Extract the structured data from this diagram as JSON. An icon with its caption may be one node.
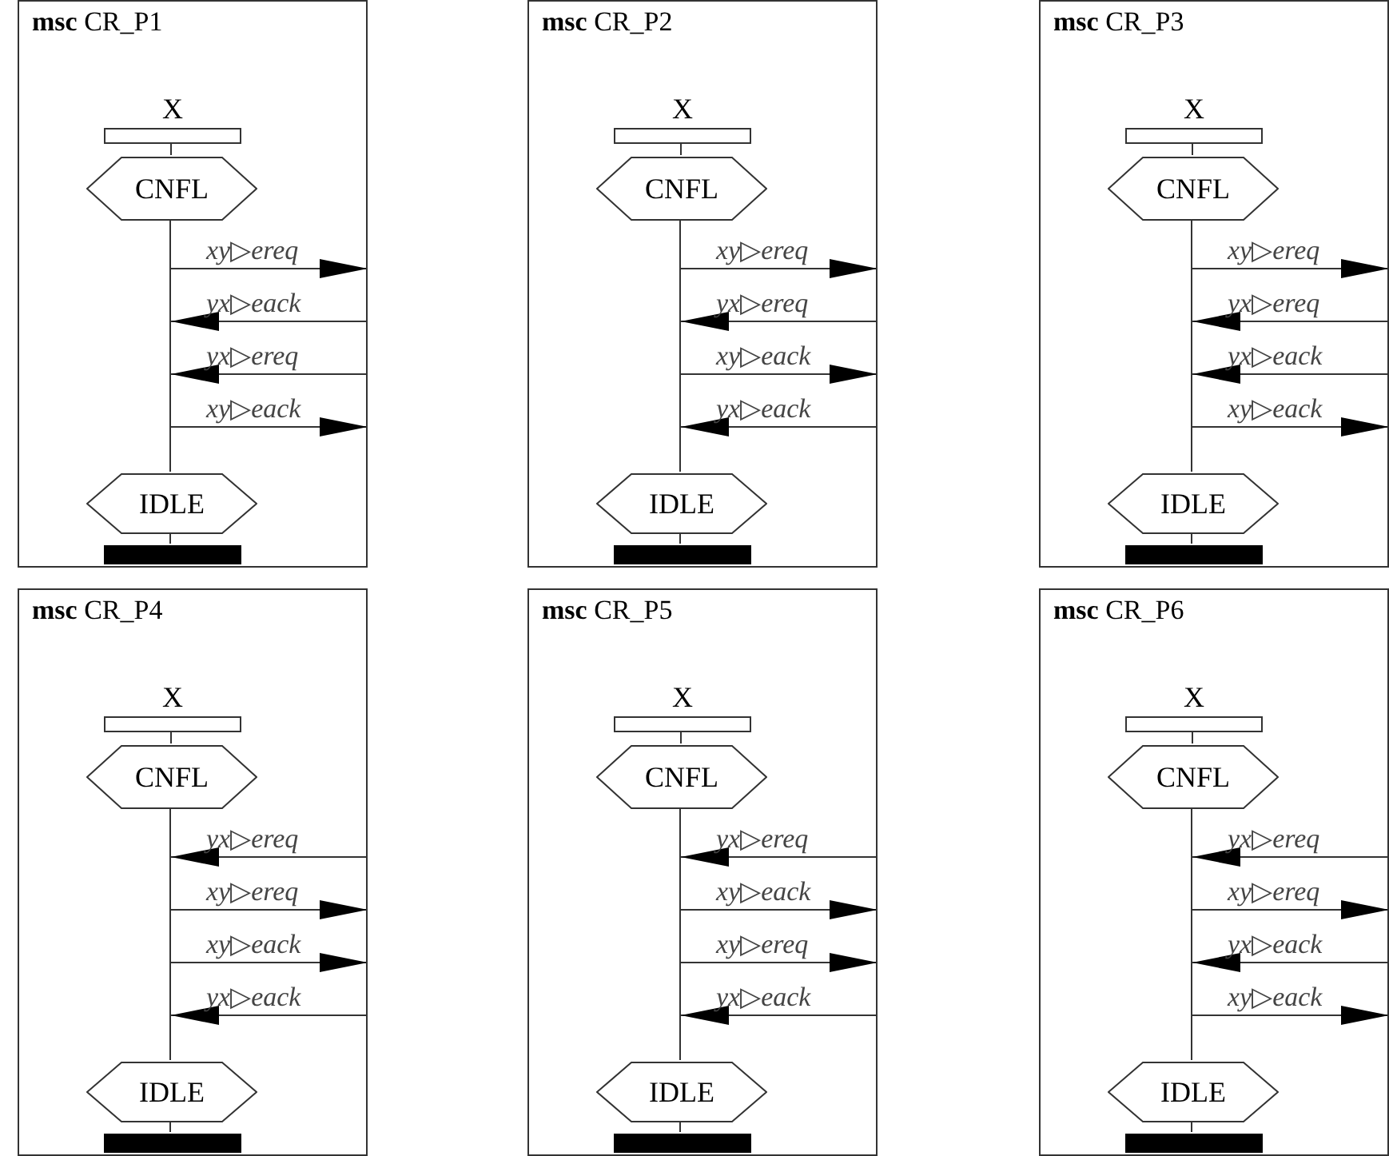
{
  "diagram": {
    "nodes": [
      {
        "text": [
          "**msc** CR_P1"
        ]
      },
      {
        "text": [
          "X"
        ],
        "in": 0
      },
      {
        "text": [
          "CNFL"
        ],
        "in": 0
      },
      {
        "text": [
          "IDLE"
        ],
        "in": 0
      },
      {
        "text": [],
        "shape": "bar",
        "in": 0
      },
      {
        "text": [
          "**msc** CR_P2"
        ]
      },
      {
        "text": [
          "X"
        ],
        "in": 5
      },
      {
        "text": [
          "CNFL"
        ],
        "in": 5
      },
      {
        "text": [
          "IDLE"
        ],
        "in": 5
      },
      {
        "text": [],
        "shape": "bar",
        "in": 5
      },
      {
        "text": [
          "**msc** CR_P3"
        ]
      },
      {
        "text": [
          "X"
        ],
        "in": 10
      },
      {
        "text": [
          "CNFL"
        ],
        "in": 10
      },
      {
        "text": [
          "IDLE"
        ],
        "in": 10
      },
      {
        "text": [],
        "shape": "bar",
        "in": 10
      },
      {
        "text": [
          "**msc** CR_P4"
        ]
      },
      {
        "text": [
          "X"
        ],
        "in": 15
      },
      {
        "text": [
          "CNFL"
        ],
        "in": 15
      },
      {
        "text": [
          "IDLE"
        ],
        "in": 15
      },
      {
        "text": [],
        "shape": "bar",
        "in": 15
      },
      {
        "text": [
          "**msc** CR_P5"
        ]
      },
      {
        "text": [
          "X"
        ],
        "in": 20
      },
      {
        "text": [
          "CNFL"
        ],
        "in": 20
      },
      {
        "text": [
          "IDLE"
        ],
        "in": 20
      },
      {
        "text": [],
        "shape": "bar",
        "in": 20
      },
      {
        "text": [
          "**msc** CR_P6"
        ]
      },
      {
        "text": [
          "X"
        ],
        "in": 25
      },
      {
        "text": [
          "CNFL"
        ],
        "in": 25
      },
      {
        "text": [
          "IDLE"
        ],
        "in": 25
      },
      {
        "text": [],
        "shape": "bar",
        "in": 25
      }
    ],
    "edges": [
      {
        "from": 1,
        "to": 2,
        "arrow": "none"
      },
      {
        "from": 2,
        "to": 3,
        "arrow": "none"
      },
      {
        "from": 3,
        "to": 4,
        "arrow": "none"
      },
      {
        "from": null,
        "to": 0,
        "arrow": "to",
        "label": "*xy*▷*ereq*"
      },
      {
        "from": 0,
        "to": null,
        "arrow": "to",
        "label": "*yx*▷*eack*"
      },
      {
        "from": 0,
        "to": null,
        "arrow": "to",
        "label": "*yx*▷*ereq*"
      },
      {
        "from": null,
        "to": 0,
        "arrow": "to",
        "label": "*xy*▷*eack*"
      },
      {
        "from": 6,
        "to": 7,
        "arrow": "none"
      },
      {
        "from": 7,
        "to": 8,
        "arrow": "none"
      },
      {
        "from": 8,
        "to": 9,
        "arrow": "none"
      },
      {
        "from": null,
        "to": 5,
        "arrow": "to",
        "label": "*xy*▷*ereq*"
      },
      {
        "from": 5,
        "to": null,
        "arrow": "to",
        "label": "*yx*▷*ereq*"
      },
      {
        "from": null,
        "to": 5,
        "arrow": "to",
        "label": "*xy*▷*eack*"
      },
      {
        "from": 5,
        "to": null,
        "arrow": "to",
        "label": "*yx*▷*eack*"
      },
      {
        "from": 11,
        "to": 12,
        "arrow": "none"
      },
      {
        "from": 12,
        "to": 13,
        "arrow": "none"
      },
      {
        "from": 13,
        "to": 14,
        "arrow": "none"
      },
      {
        "from": null,
        "to": 10,
        "arrow": "to",
        "label": "*xy*▷*ereq*"
      },
      {
        "from": 10,
        "to": null,
        "arrow": "to",
        "label": "*yx*▷*ereq*"
      },
      {
        "from": 10,
        "to": null,
        "arrow": "to",
        "label": "*yx*▷*eack*"
      },
      {
        "from": null,
        "to": 10,
        "arrow": "to",
        "label": "*xy*▷*eack*"
      },
      {
        "from": 16,
        "to": 17,
        "arrow": "none"
      },
      {
        "from": 17,
        "to": 18,
        "arrow": "none"
      },
      {
        "from": 18,
        "to": 19,
        "arrow": "none"
      },
      {
        "from": 15,
        "to": null,
        "arrow": "to",
        "label": "*yx*▷*ereq*"
      },
      {
        "from": null,
        "to": 15,
        "arrow": "to",
        "label": "*xy*▷*ereq*"
      },
      {
        "from": null,
        "to": 15,
        "arrow": "to",
        "label": "*xy*▷*eack*"
      },
      {
        "from": 15,
        "to": null,
        "arrow": "to",
        "label": "*yx*▷*eack*"
      },
      {
        "from": 21,
        "to": 22,
        "arrow": "none"
      },
      {
        "from": 22,
        "to": 23,
        "arrow": "none"
      },
      {
        "from": 23,
        "to": 24,
        "arrow": "none"
      },
      {
        "from": 20,
        "to": null,
        "arrow": "to",
        "label": "*yx*▷*ereq*"
      },
      {
        "from": null,
        "to": 20,
        "arrow": "to",
        "label": "*xy*▷*eack*"
      },
      {
        "from": null,
        "to": 20,
        "arrow": "to",
        "label": "*xy*▷*ereq*"
      },
      {
        "from": 20,
        "to": null,
        "arrow": "to",
        "label": "*yx*▷*eack*"
      },
      {
        "from": 26,
        "to": 27,
        "arrow": "none"
      },
      {
        "from": 27,
        "to": 28,
        "arrow": "none"
      },
      {
        "from": 28,
        "to": 29,
        "arrow": "none"
      },
      {
        "from": 25,
        "to": null,
        "arrow": "to",
        "label": "*yx*▷*ereq*"
      },
      {
        "from": null,
        "to": 25,
        "arrow": "to",
        "label": "*xy*▷*ereq*"
      },
      {
        "from": 25,
        "to": null,
        "arrow": "to",
        "label": "*yx*▷*eack*"
      },
      {
        "from": null,
        "to": 25,
        "arrow": "to",
        "label": "*xy*▷*eack*"
      }
    ]
  }
}
